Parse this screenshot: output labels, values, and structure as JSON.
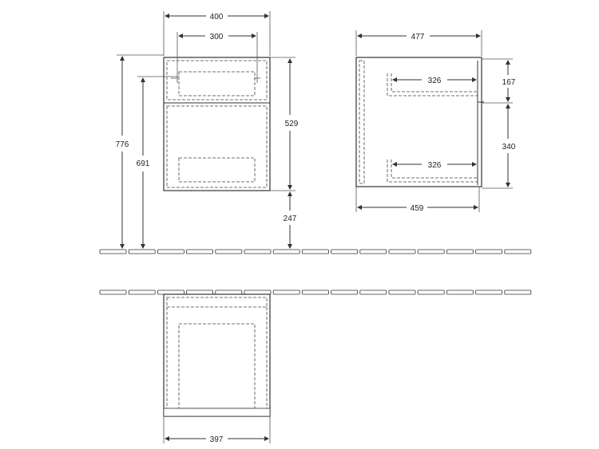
{
  "dimensions": {
    "front_width": "400",
    "front_inner_width": "300",
    "total_height": "776",
    "floor_to_top": "691",
    "cabinet_height": "529",
    "floor_clearance": "247",
    "side_depth": "477",
    "drawer_depth_upper": "326",
    "drawer_depth_lower": "326",
    "top_drawer_height": "167",
    "bottom_drawer_height": "340",
    "side_depth_bottom": "459",
    "plan_width": "397"
  }
}
